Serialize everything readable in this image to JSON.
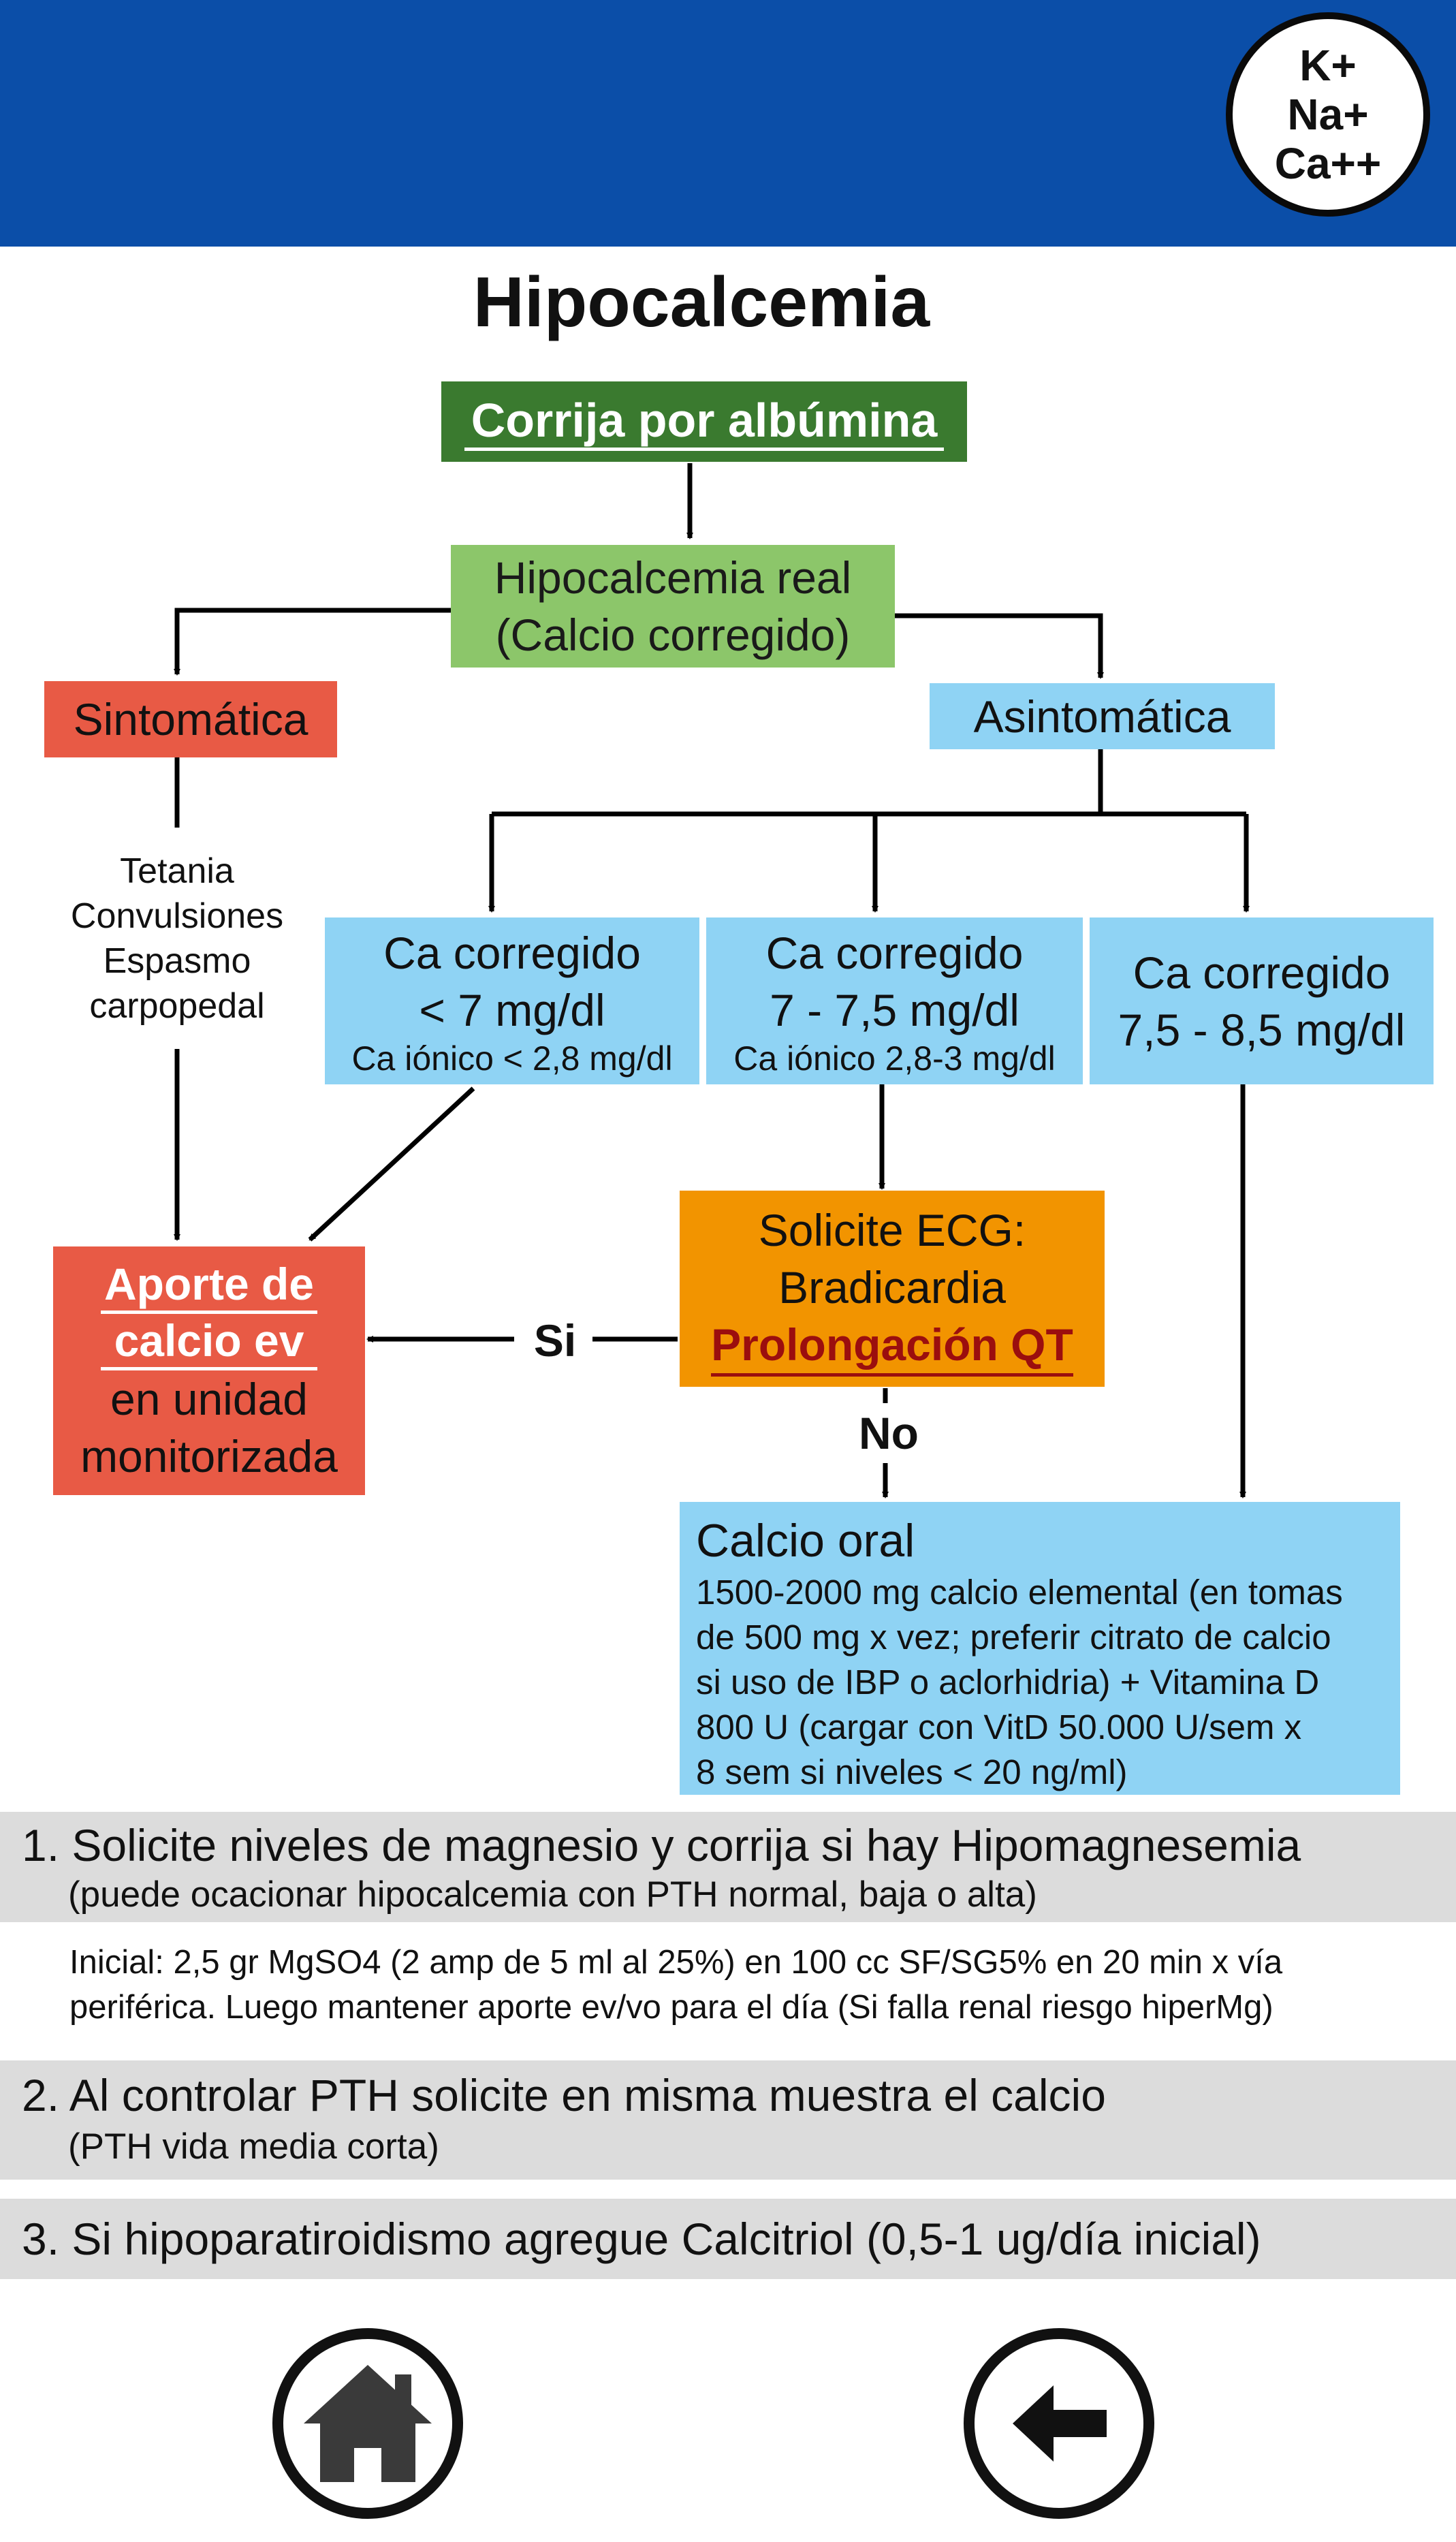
{
  "badge": {
    "line1": "K+",
    "line2": "Na+",
    "line3": "Ca++"
  },
  "title": "Hipocalcemia",
  "flow": {
    "correct": "Corrija por albúmina",
    "real_line1": "Hipocalcemia real",
    "real_line2": "(Calcio corregido)",
    "symptomatic": "Sintomática",
    "asymptomatic": "Asintomática",
    "symptoms": [
      "Tetania",
      "Convulsiones",
      "Espasmo",
      "carpopedal"
    ],
    "ca_low": {
      "line1": "Ca corregido",
      "line2": "< 7 mg/dl",
      "line3": "Ca iónico < 2,8 mg/dl"
    },
    "ca_mid": {
      "line1": "Ca corregido",
      "line2": "7 - 7,5 mg/dl",
      "line3": "Ca iónico 2,8-3 mg/dl"
    },
    "ca_high": {
      "line1": "Ca corregido",
      "line2": "7,5 - 8,5 mg/dl"
    },
    "iv": {
      "line1": "Aporte de",
      "line2": "calcio ev",
      "line3": "en unidad",
      "line4": "monitorizada"
    },
    "ecg": {
      "line1": "Solicite ECG:",
      "line2": "Bradicardia",
      "line3": "Prolongación QT"
    },
    "yes": "Si",
    "no": "No",
    "oral": {
      "title": "Calcio oral",
      "lines": [
        "1500-2000 mg calcio elemental (en tomas",
        "de 500 mg x vez; preferir citrato de calcio",
        "si uso de IBP o aclorhidria) + Vitamina D",
        "800 U (cargar con VitD 50.000 U/sem x",
        "8 sem si niveles < 20 ng/ml)"
      ]
    }
  },
  "notes": {
    "n1_main": "1. Solicite niveles de magnesio y corrija si hay Hipomagnesemia",
    "n1_sub": "(puede ocacionar hipocalcemia con PTH normal, baja o alta)",
    "n1_detail1": "Inicial: 2,5 gr MgSO4 (2 amp de 5 ml al 25%) en 100 cc SF/SG5% en 20 min x vía",
    "n1_detail2": "periférica. Luego mantener aporte ev/vo para el día (Si falla renal riesgo hiperMg)",
    "n2_main": "2. Al controlar PTH solicite en misma muestra el calcio",
    "n2_sub": "(PTH vida media corta)",
    "n3_main": "3. Si hipoparatiroidismo agregue Calcitriol (0,5-1 ug/día inicial)"
  },
  "nav": {
    "home_icon": "home-icon",
    "back_icon": "arrow-left-icon"
  },
  "colors": {
    "header": "#0b4ea8",
    "green_dark": "#3a7a2f",
    "green_light": "#8cc66a",
    "red": "#e85a45",
    "blue": "#8fd3f4",
    "orange": "#f29400",
    "qt_red": "#9b0e0e",
    "grey": "#dcdcdc"
  }
}
